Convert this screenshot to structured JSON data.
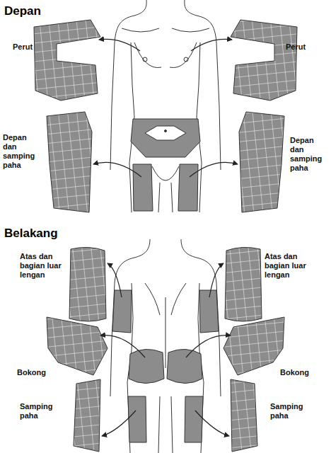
{
  "diagram": {
    "labels": [
      "Depan",
      "Perut",
      "Perut",
      "Depan dan samping paha",
      "Depan dan samping paha",
      "Belakang",
      "Atas dan bagian luar lengan",
      "Atas dan bagian luar lengan",
      "Bokong",
      "Bokong",
      "Samping paha",
      "Samping paha"
    ]
  }
}
